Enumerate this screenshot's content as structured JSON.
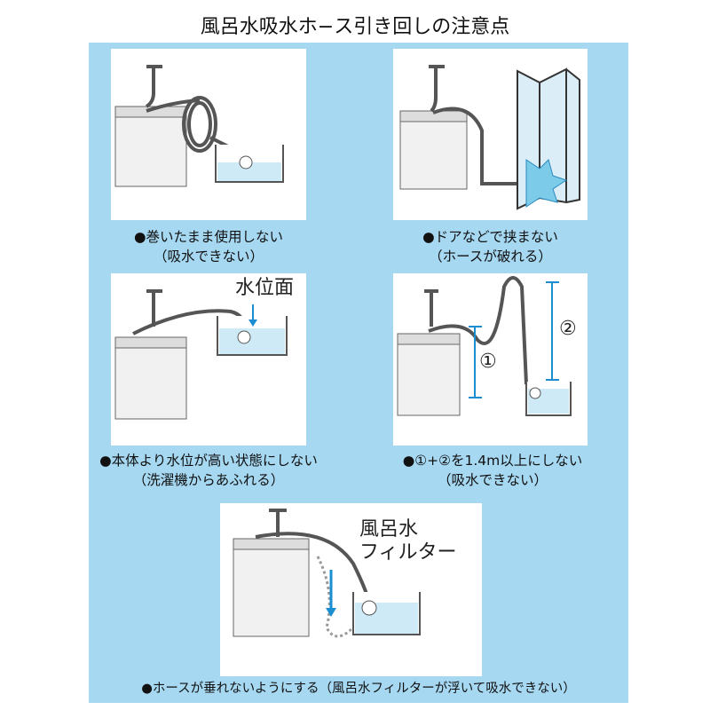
{
  "title": "風呂水吸水ホ−ス引き回しの注意点",
  "panels": [
    {
      "caption": [
        "●巻いたまま使用しない",
        "（吸水できない）"
      ]
    },
    {
      "caption": [
        "●ドアなどで挟まない",
        "（ホースが破れる）"
      ]
    },
    {
      "caption": [
        "●本体より水位が高い状態にしない",
        "（洗濯機からあふれる）"
      ],
      "label": "水位面"
    },
    {
      "caption": [
        "●①+②を1.4m以上にしない",
        "（吸水できない）"
      ],
      "marker1": "①",
      "marker2": "②"
    },
    {
      "caption": [
        "●ホースが垂れないようにする（風呂水フィルターが浮いて吸水できない）"
      ],
      "label": [
        "風呂水",
        "フィルター"
      ]
    }
  ],
  "colors": {
    "background": "#a6d8f2",
    "water": "#cfeaf7",
    "arrow": "#1a8ed1"
  }
}
